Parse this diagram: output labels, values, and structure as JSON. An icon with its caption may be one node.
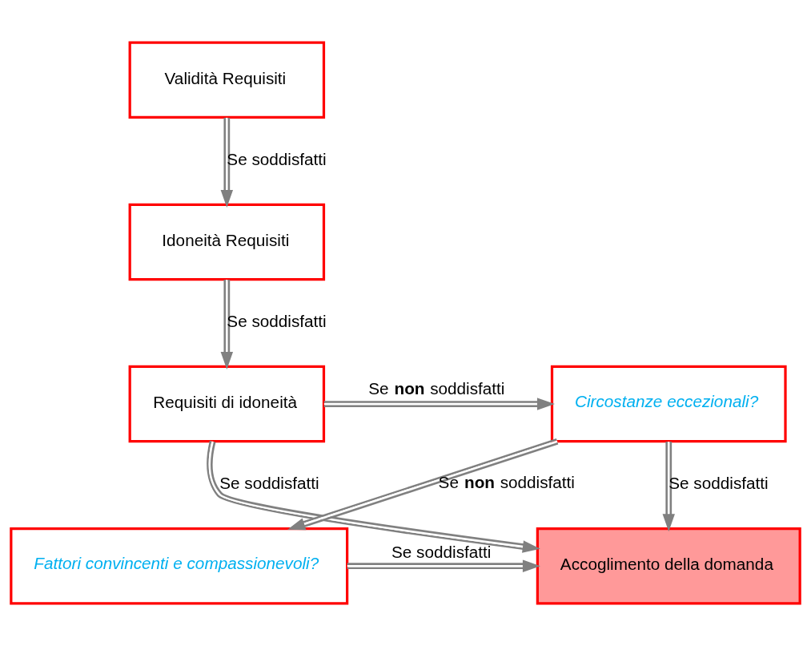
{
  "diagram": {
    "nodes": [
      {
        "text": [
          "Validità Requisiti"
        ]
      },
      {
        "text": [
          "Idoneità Requisiti"
        ]
      },
      {
        "text": [
          "Requisiti di idoneità"
        ]
      },
      {
        "text": [
          "Circostanze eccezionali?"
        ]
      },
      {
        "text": [
          "Accoglimento della domanda"
        ]
      },
      {
        "text": [
          "Fattori convincenti e compassionevoli?"
        ]
      }
    ],
    "edges": [
      {
        "from": 0,
        "to": 1,
        "arrow": "to",
        "label": "Se soddisfatti"
      },
      {
        "from": 1,
        "to": 2,
        "arrow": "to",
        "label": "Se soddisfatti"
      },
      {
        "from": 2,
        "to": 3,
        "arrow": "to",
        "label": "Se **non** soddisfatti"
      },
      {
        "from": 2,
        "to": 4,
        "arrow": "to",
        "label": "Se soddisfatti"
      },
      {
        "from": 3,
        "to": 4,
        "arrow": "to",
        "label": "Se soddisfatti"
      },
      {
        "from": 3,
        "to": 5,
        "arrow": "to",
        "label": "Se **non** soddisfatti"
      },
      {
        "from": 5,
        "to": 4,
        "arrow": "to",
        "label": "Se soddisfatti"
      }
    ]
  }
}
